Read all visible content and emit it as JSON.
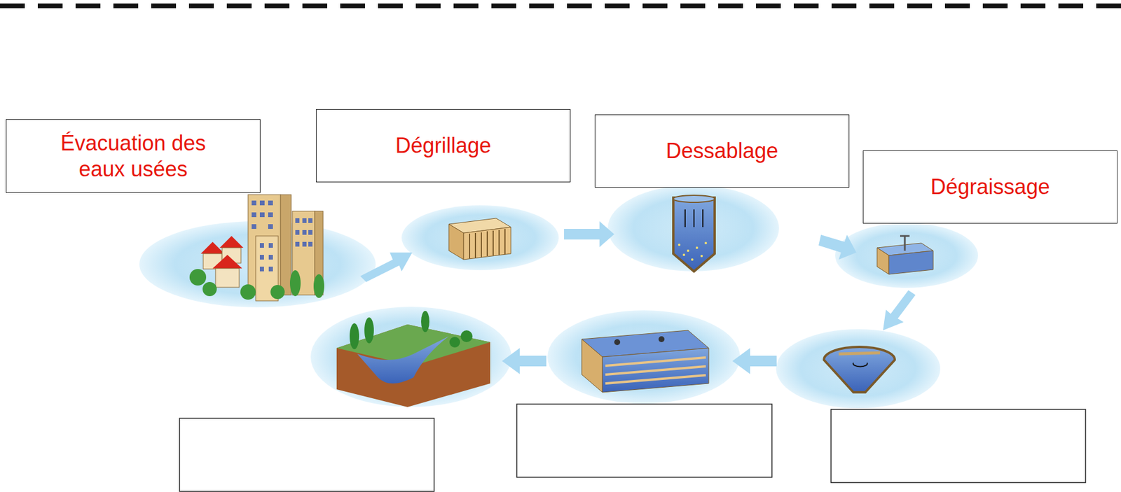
{
  "diagram": {
    "nodes": [
      {
        "text": [
          "Évacuation des eaux usées"
        ]
      },
      {
        "text": [
          "Dégrillage"
        ]
      },
      {
        "text": [
          "Dessablage"
        ]
      },
      {
        "text": [
          "Dégraissage"
        ]
      }
    ]
  }
}
